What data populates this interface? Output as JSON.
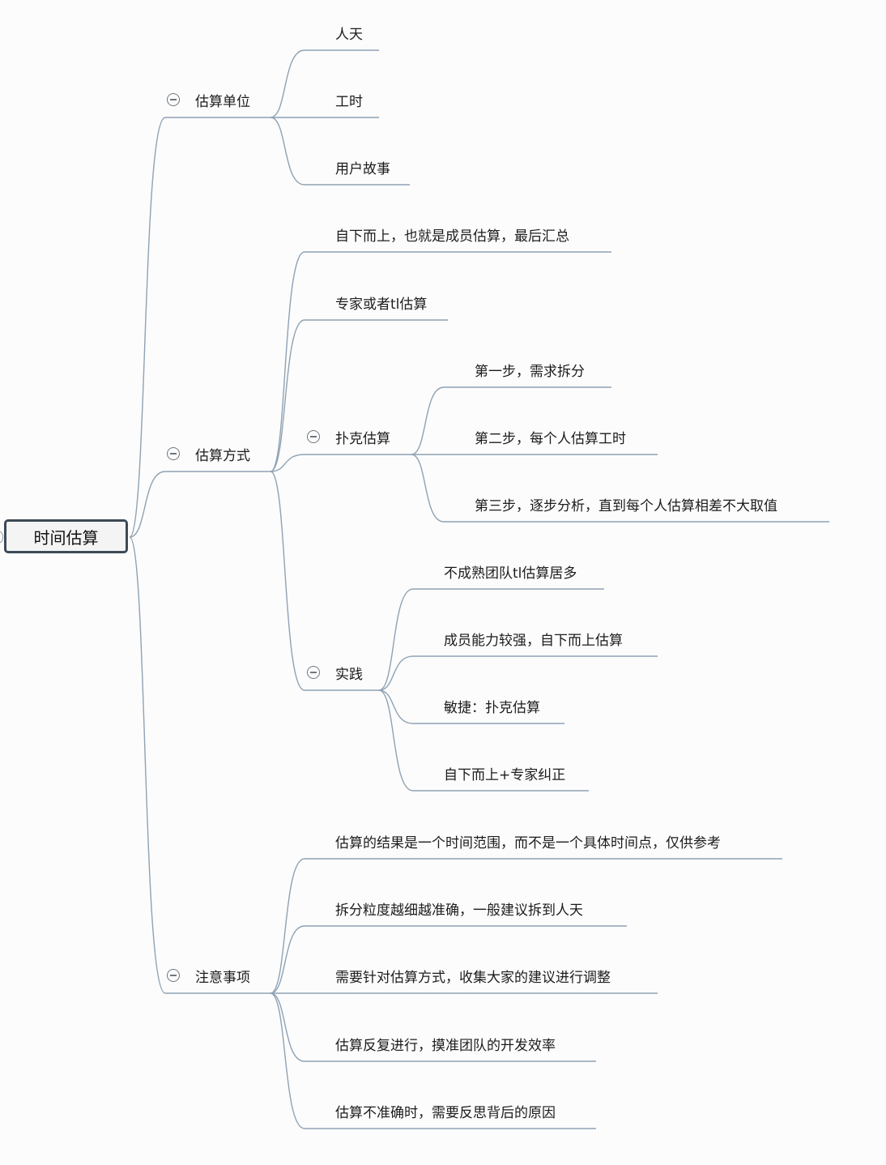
{
  "root": {
    "label": "时间估算"
  },
  "branches": [
    {
      "label": "估算单位",
      "collapsible": true,
      "children": [
        {
          "label": "人天"
        },
        {
          "label": "工时"
        },
        {
          "label": "用户故事"
        }
      ]
    },
    {
      "label": "估算方式",
      "collapsible": true,
      "children": [
        {
          "label": "自下而上，也就是成员估算，最后汇总"
        },
        {
          "label": "专家或者tl估算"
        },
        {
          "label": "扑克估算",
          "collapsible": true,
          "children": [
            {
              "label": "第一步，需求拆分"
            },
            {
              "label": "第二步，每个人估算工时"
            },
            {
              "label": "第三步，逐步分析，直到每个人估算相差不大取值"
            }
          ]
        },
        {
          "label": "实践",
          "collapsible": true,
          "children": [
            {
              "label": "不成熟团队tl估算居多"
            },
            {
              "label": "成员能力较强，自下而上估算"
            },
            {
              "label": "敏捷：扑克估算"
            },
            {
              "label": "自下而上+专家纠正"
            }
          ]
        }
      ]
    },
    {
      "label": "注意事项",
      "collapsible": true,
      "children": [
        {
          "label": "估算的结果是一个时间范围，而不是一个具体时间点，仅供参考"
        },
        {
          "label": "拆分粒度越细越准确，一般建议拆到人天"
        },
        {
          "label": "需要针对估算方式，收集大家的建议进行调整"
        },
        {
          "label": "估算反复进行，摸准团队的开发效率"
        },
        {
          "label": "估算不准确时，需要反思背后的原因"
        }
      ]
    }
  ],
  "colors": {
    "connector": "#8fa2b3",
    "collapse_icon": "#6f7780",
    "root_border": "#3d4a57"
  },
  "icons": {
    "collapse": "minus-circle-icon",
    "root_handle": "expand-handle-icon"
  }
}
